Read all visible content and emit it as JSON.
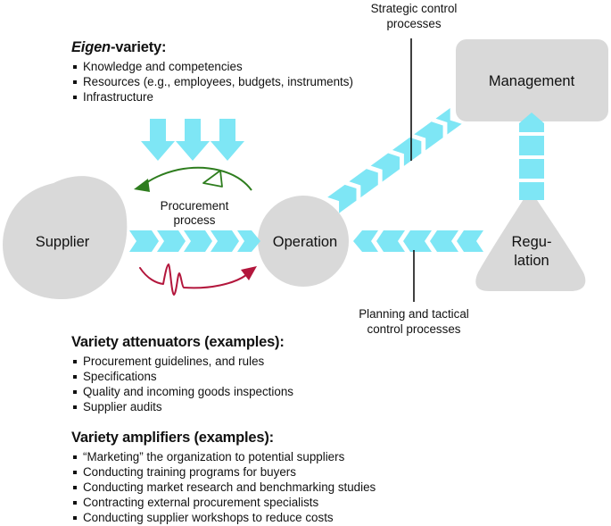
{
  "eigen_variety": {
    "title_em": "Eigen",
    "title_rest": "-variety:",
    "items": [
      "Knowledge and competencies",
      "Resources (e.g., employees, budgets, instruments)",
      "Infrastructure"
    ]
  },
  "nodes": {
    "supplier": "Supplier",
    "operation": "Operation",
    "management": "Management",
    "regulation_line1": "Regu-",
    "regulation_line2": "lation"
  },
  "labels": {
    "procurement_line1": "Procurement",
    "procurement_line2": "process",
    "strategic_line1": "Strategic control",
    "strategic_line2": "processes",
    "planning_line1": "Planning and tactical",
    "planning_line2": "control processes"
  },
  "attenuators": {
    "title": "Variety attenuators (examples):",
    "items": [
      "Procurement guidelines, and rules",
      "Specifications",
      "Quality and incoming goods inspections",
      "Supplier audits"
    ]
  },
  "amplifiers": {
    "title": "Variety amplifiers (examples):",
    "items": [
      "“Marketing” the organization to potential suppliers",
      "Conducting training programs for buyers",
      "Conducting market research and benchmarking studies",
      "Contracting external procurement specialists",
      "Conducting supplier workshops to reduce costs"
    ]
  },
  "colors": {
    "arrow_fill": "#7ee6f5",
    "node_fill": "#d9d9d9",
    "green_arrow": "#2e7d1e",
    "red_arrow": "#b3163c"
  }
}
